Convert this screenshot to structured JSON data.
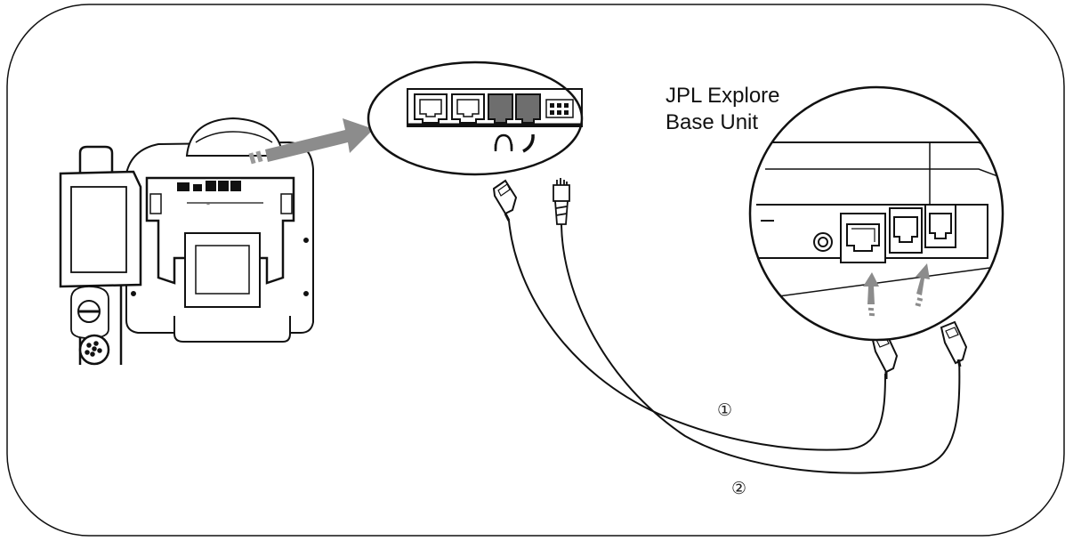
{
  "diagram": {
    "base_unit_label_line1": "JPL Explore",
    "base_unit_label_line2": "Base Unit",
    "cable_1_marker": "①",
    "cable_2_marker": "②",
    "phone_port_icons": [
      "headset-icon",
      "handset-icon"
    ],
    "colors": {
      "line": "#111111",
      "arrow": "#8c8c8c",
      "dark_port": "#6e6e6e"
    }
  }
}
